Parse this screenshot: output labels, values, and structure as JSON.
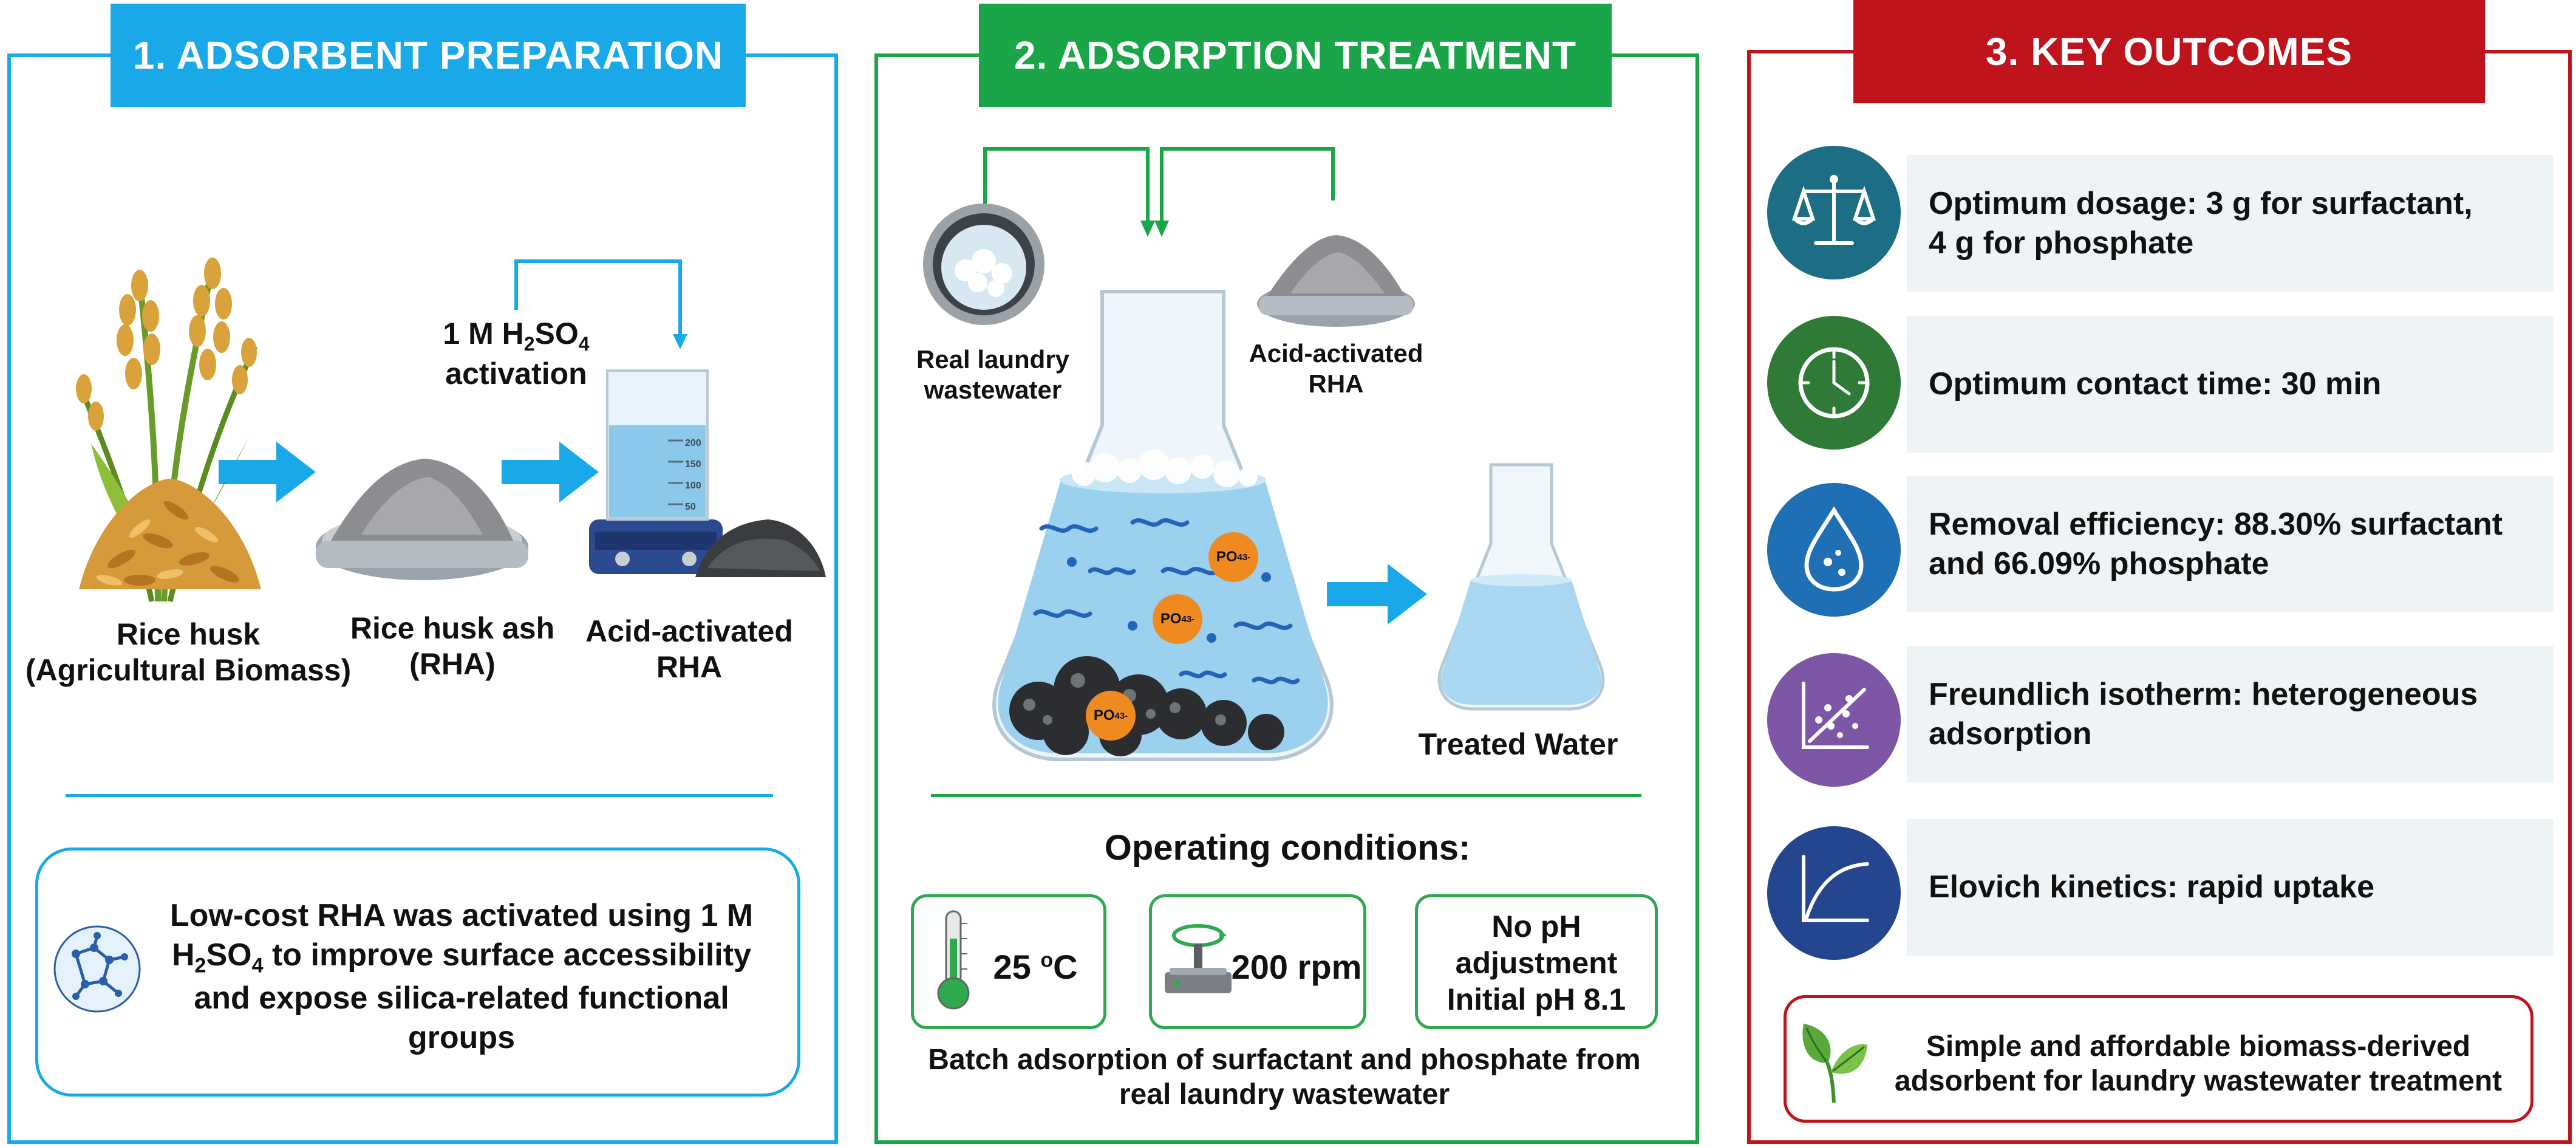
{
  "panel1": {
    "title": "1. ADSORBENT PREPARATION",
    "rice_husk": {
      "line1": "Rice husk",
      "line2": "(Agricultural Biomass)"
    },
    "rha": {
      "line1": "Rice husk ash",
      "line2": "(RHA)"
    },
    "activated": {
      "line1": "Acid-activated",
      "line2": "RHA"
    },
    "activation": {
      "reagent_prefix": "1 M H",
      "sub1": "2",
      "mid": "SO",
      "sub2": "4",
      "line2": "activation"
    },
    "beaker_scale": [
      "200",
      "150",
      "100",
      "50"
    ],
    "summary": {
      "line1": "Low-cost RHA was activated using 1 M",
      "line2_prefix": "H",
      "line2_sub1": "2",
      "line2_mid": "SO",
      "line2_sub2": "4",
      "line2_rest": " to improve surface accessibility",
      "line3": "and expose silica-related functional",
      "line4": "groups"
    }
  },
  "panel2": {
    "title": "2. ADSORPTION TREATMENT",
    "wastewater": {
      "line1": "Real laundry",
      "line2": "wastewater"
    },
    "adsorbent": {
      "line1": "Acid-activated",
      "line2": "RHA"
    },
    "treated": "Treated Water",
    "ion": {
      "base": "PO",
      "sub": "4",
      "sup": "3-"
    },
    "conditions_title": "Operating conditions:",
    "temp": {
      "value": "25 ",
      "unit_sup": "o",
      "unit": "C"
    },
    "speed": "200 rpm",
    "ph": {
      "line1": "No pH",
      "line2": "adjustment",
      "line3": "Initial pH 8.1"
    },
    "batch": {
      "line1": "Batch adsorption of surfactant and phosphate from",
      "line2": "real laundry wastewater"
    }
  },
  "panel3": {
    "title": "3. KEY OUTCOMES",
    "outcomes": [
      {
        "icon": "balance-scale-icon",
        "line1": "Optimum dosage: 3 g for surfactant,",
        "line2": "4 g for phosphate"
      },
      {
        "icon": "clock-icon",
        "line1": "Optimum contact time: 30 min",
        "line2": ""
      },
      {
        "icon": "water-drop-icon",
        "line1": "Removal efficiency: 88.30% surfactant",
        "line2": "and 66.09% phosphate"
      },
      {
        "icon": "scatter-plot-icon",
        "line1": "Freundlich isotherm: heterogeneous",
        "line2": "adsorption"
      },
      {
        "icon": "kinetic-curve-icon",
        "line1": "Elovich kinetics: rapid uptake",
        "line2": ""
      }
    ],
    "conclusion": {
      "line1": "Simple and affordable biomass-derived",
      "line2": "adsorbent for laundry wastewater treatment"
    }
  },
  "colors": {
    "blue": "#1aa9e8",
    "green": "#1aa548",
    "red": "#c0141c",
    "teal": "#1b6e83",
    "forest": "#2f7a36",
    "azure": "#1e6fb3",
    "purple": "#7e56a6",
    "navy": "#23468f"
  }
}
